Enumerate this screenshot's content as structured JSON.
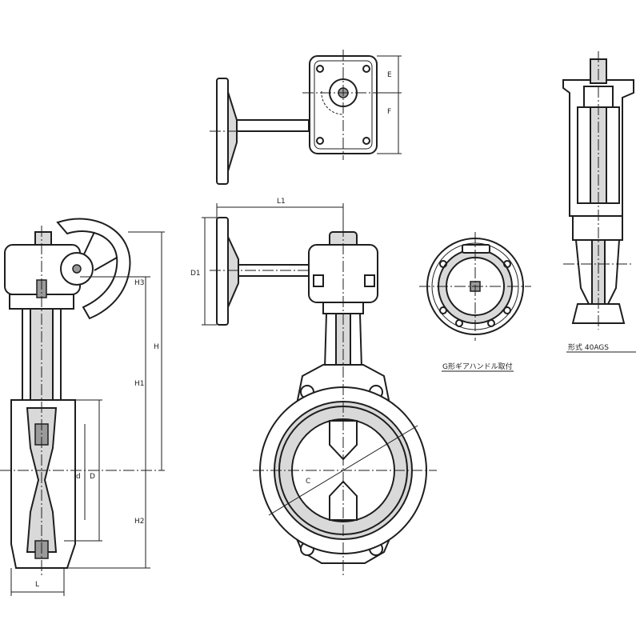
{
  "labels": {
    "H3": "H3",
    "H": "H",
    "H1": "H1",
    "H2": "H2",
    "d": "d",
    "D": "D",
    "L": "L",
    "L1": "L1",
    "D1": "D1",
    "C": "C",
    "E": "E",
    "F": "F"
  },
  "captions": {
    "gear_handle_position": "G形ギアハンドル取付",
    "type": "形式 40AGS"
  }
}
